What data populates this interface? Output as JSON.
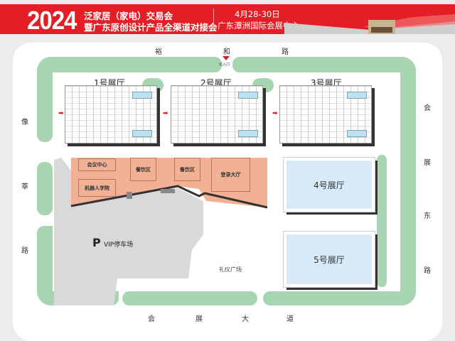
{
  "header": {
    "year": "2024",
    "title_line1": "泛家居（家电）交易会",
    "title_line2": "暨广东原创设计产品全渠道对接会",
    "date": "4月28-30日",
    "venue": "广东潭洲国际会展中心"
  },
  "roads": {
    "north": [
      "裕",
      "和",
      "路"
    ],
    "west": [
      "像",
      "莘",
      "路"
    ],
    "east": [
      "会",
      "展",
      "东",
      "路"
    ],
    "south": [
      "会",
      "展",
      "大",
      "道"
    ]
  },
  "north_entrance": "北入口",
  "halls": [
    "1号展厅",
    "2号展厅",
    "3号展厅",
    "4号展厅",
    "5号展厅"
  ],
  "zones": {
    "meeting": "会议中心",
    "robot": "机器人学院",
    "dining1": "餐饮区",
    "dining2": "餐饮区",
    "lobby": "登录大厅"
  },
  "parking": {
    "icon": "P",
    "label": "VIP停车场"
  },
  "plaza": "礼仪广场",
  "colors": {
    "brand_red": "#e31e26",
    "green": "#a8d5b1",
    "orange": "#f2b095",
    "hall_blue": "#d6ebf7"
  }
}
